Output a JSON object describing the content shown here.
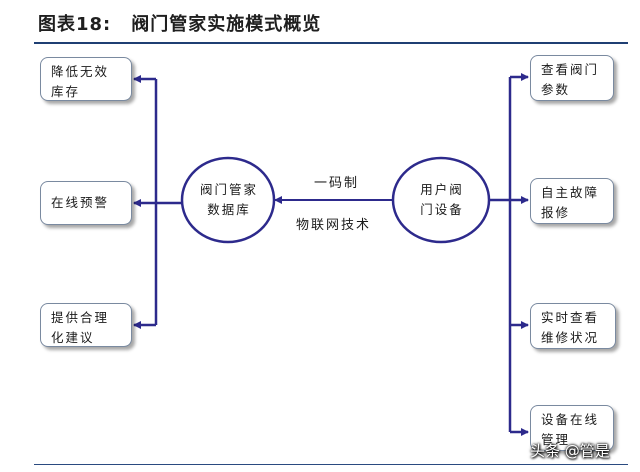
{
  "title": {
    "label": "图表18:",
    "text": "阀门管家实施模式概览"
  },
  "center": {
    "database": [
      "阀门管家",
      "数据库"
    ],
    "user_valve": [
      "用户阀",
      "门设备"
    ],
    "edge_top": "一码制",
    "edge_bottom": "物联网技术"
  },
  "left_boxes": [
    [
      "降低无效",
      "库存"
    ],
    [
      "在线预警"
    ],
    [
      "提供合理",
      "化建议"
    ]
  ],
  "right_boxes": [
    [
      "查看阀门",
      "参数"
    ],
    [
      "自主故障",
      "报修"
    ],
    [
      "实时查看",
      "维修状况"
    ],
    [
      "设备在线",
      "管理"
    ]
  ],
  "watermark": "头条 @管是",
  "colors": {
    "line": "#2d2a8c",
    "rule": "#1f3f73",
    "box_border": "#7a8aa0"
  }
}
